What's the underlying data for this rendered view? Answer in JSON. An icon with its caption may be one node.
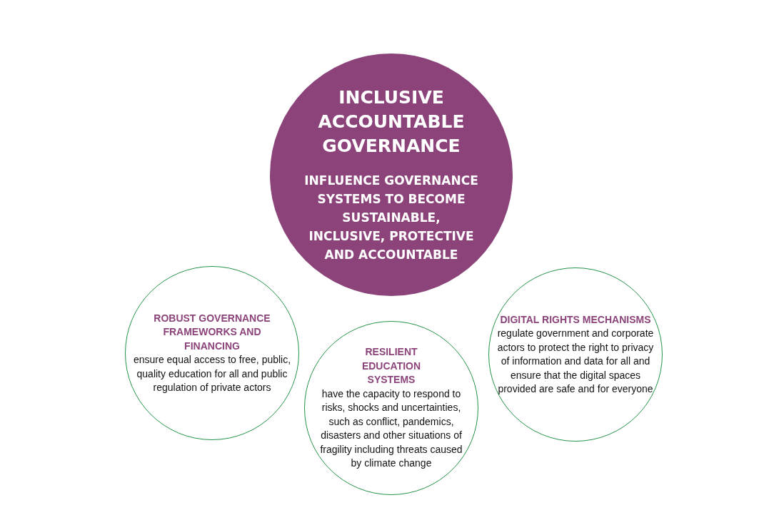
{
  "diagram": {
    "nodes": [
      {
        "text": [
          "INCLUSIVE ACCOUNTABLE GOVERNANCE",
          "INFLUENCE GOVERNANCE SYSTEMS TO BECOME SUSTAINABLE, INCLUSIVE, PROTECTIVE AND ACCOUNTABLE"
        ]
      },
      {
        "text": [
          "ROBUST GOVERNANCE FRAMEWORKS AND FINANCING",
          "ensure equal access to free, public, quality education for all and public regulation of private actors"
        ]
      },
      {
        "text": [
          "RESILIENT EDUCATION SYSTEMS",
          "have the capacity to respond to risks, shocks and uncertainties, such as conflict, pandemics, disasters and other situations of fragility including threats caused by climate change"
        ]
      },
      {
        "text": [
          "**DIGITAL RIGHTS MECHANISMS** regulate government and corporate actors to protect the right to privacy of information and data for all and ensure that the digital spaces provided are safe and for everyone"
        ]
      }
    ]
  }
}
